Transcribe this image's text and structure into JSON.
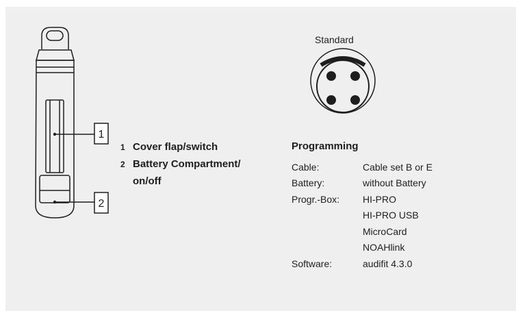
{
  "device": {
    "callouts": [
      {
        "number": "1",
        "label": "Cover flap/switch"
      },
      {
        "number": "2",
        "label": "Battery Compartment/",
        "continuation": "on/off"
      }
    ]
  },
  "connector": {
    "label": "Standard"
  },
  "programming": {
    "title": "Programming",
    "rows": [
      {
        "key": "Cable:",
        "value": "Cable set B or E"
      },
      {
        "key": "Battery:",
        "value": "without Battery"
      },
      {
        "key": "Progr.-Box:",
        "value": "HI-PRO"
      },
      {
        "key": "",
        "value": "HI-PRO USB"
      },
      {
        "key": "",
        "value": "MicroCard"
      },
      {
        "key": "",
        "value": "NOAHlink"
      },
      {
        "key": "Software:",
        "value": "audifit 4.3.0"
      }
    ]
  },
  "colors": {
    "background": "#efefef",
    "stroke": "#1e1e1e",
    "page": "#ffffff"
  }
}
